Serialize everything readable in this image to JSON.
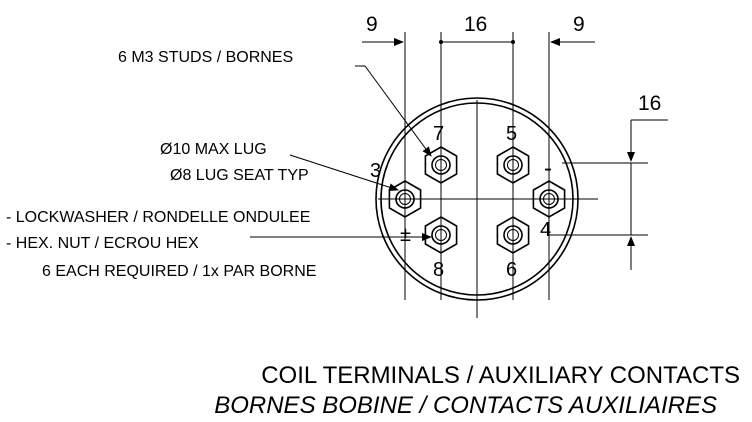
{
  "dimensions": {
    "left_spacing": "9",
    "center_spacing": "16",
    "right_spacing": "9",
    "vertical_spacing": "16"
  },
  "callouts": {
    "studs": "6 M3 STUDS / BORNES",
    "max_lug": "Ø10 MAX LUG",
    "lug_seat": "Ø8 LUG SEAT TYP",
    "lockwasher": "- LOCKWASHER / RONDELLE ONDULEE",
    "hex_nut": "- HEX. NUT / ECROU HEX",
    "each_required": "6 EACH REQUIRED / 1x PAR BORNE"
  },
  "terminals": {
    "t7": "7",
    "t5": "5",
    "t3": "3",
    "minus": "-",
    "t4": "4",
    "plus": "±",
    "t8": "8",
    "t6": "6"
  },
  "title": {
    "line1": "COIL TERMINALS / AUXILIARY CONTACTS",
    "line2": "BORNES BOBINE / CONTACTS AUXILIAIRES"
  }
}
